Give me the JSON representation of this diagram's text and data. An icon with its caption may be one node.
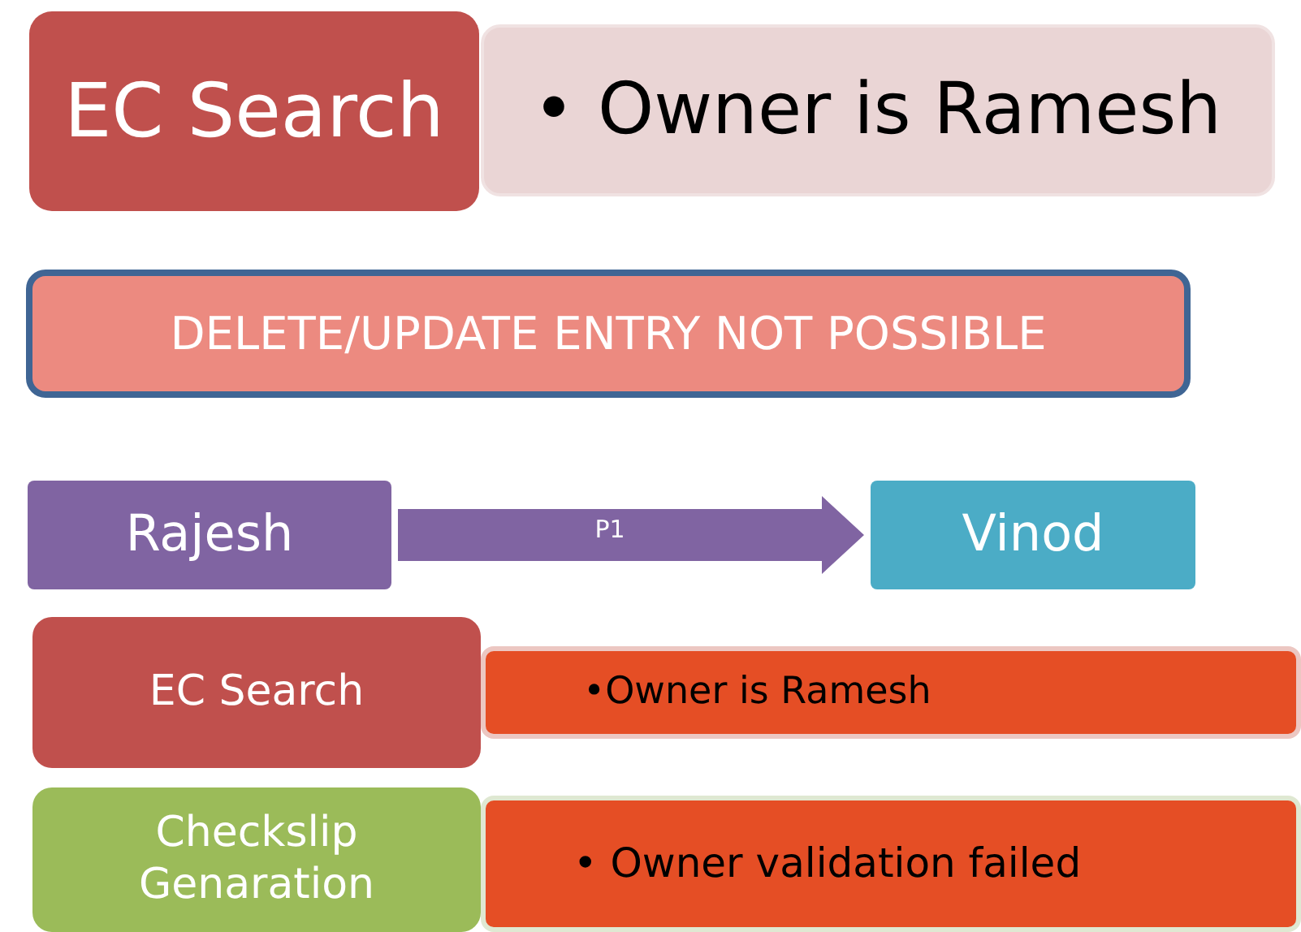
{
  "diagram": {
    "nodes": [
      {
        "text": [
          "EC Search"
        ]
      },
      {
        "text": [
          "• Owner is Ramesh"
        ]
      },
      {
        "text": [
          "DELETE/UPDATE ENTRY NOT POSSIBLE"
        ]
      },
      {
        "text": [
          "Rajesh"
        ]
      },
      {
        "text": [
          "Vinod"
        ]
      },
      {
        "text": [
          "EC Search"
        ]
      },
      {
        "text": [
          "•Owner is Ramesh"
        ]
      },
      {
        "text": [
          "Checkslip Genaration"
        ]
      },
      {
        "text": [
          "• Owner validation failed"
        ]
      }
    ],
    "edges": [
      {
        "from": 3,
        "to": 4,
        "arrow": "to",
        "label": "P1",
        "style": "thick"
      }
    ]
  }
}
